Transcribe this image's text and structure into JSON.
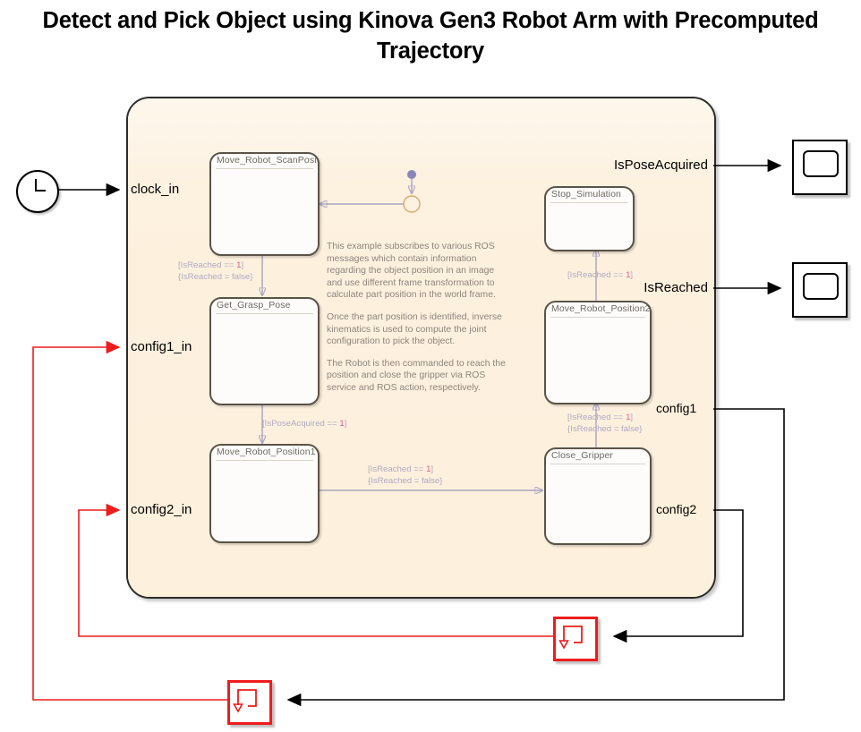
{
  "title": "Detect and Pick Object using Kinova Gen3 Robot Arm with Precomputed Trajectory",
  "colors": {
    "chart_fill": "#fdf2e0",
    "state_fill": "#fdfcfa",
    "state_border": "#5a5448",
    "transition": "#b0a9c4",
    "condition_number": "#e05b8c",
    "red_signal": "#ee1c1c",
    "black_signal": "#000000",
    "annotation_text": "#8d857a"
  },
  "chart": {
    "name": "stateflow-chart",
    "states": [
      {
        "id": "move_robot_scanposition",
        "label": "Move_Robot_ScanPosition"
      },
      {
        "id": "get_grasp_pose",
        "label": "Get_Grasp_Pose"
      },
      {
        "id": "move_robot_position1",
        "label": "Move_Robot_Position1"
      },
      {
        "id": "stop_simulation",
        "label": "Stop_Simulation"
      },
      {
        "id": "move_robot_position2",
        "label": "Move_Robot_Position2"
      },
      {
        "id": "close_gripper",
        "label": "Close_Gripper"
      }
    ],
    "transitions": [
      {
        "id": "t1",
        "from": "move_robot_scanposition",
        "to": "get_grasp_pose",
        "condition": "[IsReached == 1]",
        "action": "{IsReached = false}"
      },
      {
        "id": "t2",
        "from": "get_grasp_pose",
        "to": "move_robot_position1",
        "condition": "[IsPoseAcquired == 1]",
        "action": ""
      },
      {
        "id": "t3",
        "from": "move_robot_position1",
        "to": "close_gripper",
        "condition": "[IsReached == 1]",
        "action": "{IsReached = false}"
      },
      {
        "id": "t4",
        "from": "close_gripper",
        "to": "move_robot_position2",
        "condition": "[IsReached == 1]",
        "action": "{IsReached = false}"
      },
      {
        "id": "t5",
        "from": "move_robot_position2",
        "to": "stop_simulation",
        "condition": "[IsReached == 1]",
        "action": ""
      }
    ],
    "annotation": [
      "This example subscribes to various ROS messages which contain information regarding the object position in an image and use different frame transformation to calculate part position in the world frame.",
      "Once the part position is identified, inverse kinematics is used to compute the joint configuration to pick the object.",
      "The Robot is then commanded to reach the position and close the gripper via ROS service and ROS action, respectively."
    ],
    "inputs": [
      {
        "id": "clock_in",
        "label": "clock_in"
      },
      {
        "id": "config1_in",
        "label": "config1_in"
      },
      {
        "id": "config2_in",
        "label": "config2_in"
      }
    ],
    "outputs": [
      {
        "id": "is_pose_acquired",
        "label": "IsPoseAcquired"
      },
      {
        "id": "is_reached",
        "label": "IsReached"
      },
      {
        "id": "config1",
        "label": "config1"
      },
      {
        "id": "config2",
        "label": "config2"
      }
    ]
  },
  "blocks": [
    {
      "id": "clock_source",
      "type": "clock",
      "icon": "clock-icon"
    },
    {
      "id": "scope_pose",
      "type": "scope",
      "icon": "scope-icon"
    },
    {
      "id": "scope_reached",
      "type": "scope",
      "icon": "scope-icon"
    },
    {
      "id": "ic_config1",
      "type": "ic",
      "icon": "unit-delay-icon"
    },
    {
      "id": "ic_config2",
      "type": "ic",
      "icon": "unit-delay-icon"
    }
  ]
}
